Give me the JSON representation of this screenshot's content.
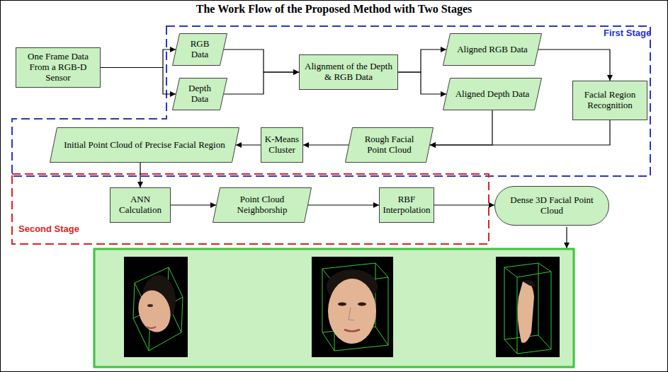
{
  "diagram": {
    "title": "The Work Flow of the Proposed Method with Two Stages",
    "nodes": [
      {
        "text": [
          "One Frame Data From a RGB-D Sensor"
        ]
      },
      {
        "text": [
          "RGB Data"
        ]
      },
      {
        "text": [
          "Depth Data"
        ]
      },
      {
        "text": [
          "Alignment of the Depth & RGB Data"
        ]
      },
      {
        "text": [
          "Aligned RGB Data"
        ]
      },
      {
        "text": [
          "Aligned Depth Data"
        ]
      },
      {
        "text": [
          "Facial Region Recognition"
        ]
      },
      {
        "text": [
          "Rough Facial Point Cloud"
        ]
      },
      {
        "text": [
          "K-Means Cluster"
        ]
      },
      {
        "text": [
          "Initial Point Cloud of Precise Facial Region"
        ]
      },
      {
        "text": [
          "ANN Calculation"
        ]
      },
      {
        "text": [
          "Point Cloud Neighborship"
        ]
      },
      {
        "text": [
          "RBF Interpolation"
        ]
      },
      {
        "text": [
          "Dense 3D Facial Point Cloud"
        ]
      }
    ],
    "edges": [
      {
        "from": 0,
        "to": 1,
        "arrow": "to"
      },
      {
        "from": 0,
        "to": 2,
        "arrow": "to"
      },
      {
        "from": 1,
        "to": 3,
        "arrow": "to"
      },
      {
        "from": 2,
        "to": 3,
        "arrow": "to"
      },
      {
        "from": 3,
        "to": 4,
        "arrow": "to"
      },
      {
        "from": 3,
        "to": 5,
        "arrow": "to"
      },
      {
        "from": 4,
        "to": 6,
        "arrow": "to"
      },
      {
        "from": 6,
        "to": 7,
        "arrow": "to"
      },
      {
        "from": 5,
        "to": 7,
        "arrow": "to"
      },
      {
        "from": 7,
        "to": 8,
        "arrow": "to"
      },
      {
        "from": 8,
        "to": 9,
        "arrow": "to"
      },
      {
        "from": 9,
        "to": 10,
        "arrow": "to"
      },
      {
        "from": 10,
        "to": 11,
        "arrow": "to"
      },
      {
        "from": 11,
        "to": 12,
        "arrow": "to"
      },
      {
        "from": 12,
        "to": 13,
        "arrow": "to"
      }
    ],
    "labels": [
      "First Stage",
      "Second Stage"
    ]
  }
}
